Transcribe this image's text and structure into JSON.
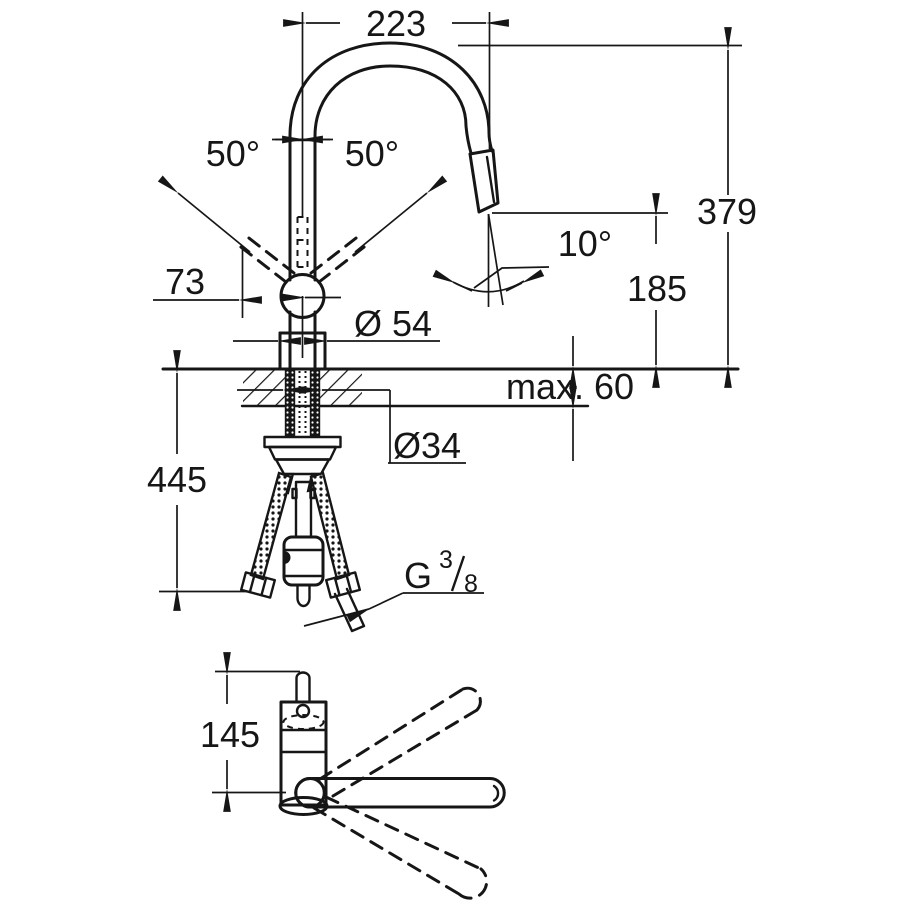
{
  "page": {
    "background": "#ffffff",
    "line_color": "#161616"
  },
  "drawing": {
    "type": "technical-dimension-drawing",
    "subject": "kitchen faucet with pull-out spray and swivel spout",
    "dimensions": {
      "spout_reach": "223",
      "handle_angle_left": "50°",
      "handle_angle_right": "50°",
      "handle_offset": "73",
      "base_diameter": "Ø 54",
      "spray_angle": "10°",
      "total_height": "379",
      "outlet_height": "185",
      "deck_thickness_max": "max. 60",
      "hole_diameter": "Ø34",
      "hose_length": "445",
      "swivel_height": "145",
      "thread": {
        "label": "G 3/8",
        "prefix": "G",
        "numerator": "3",
        "slash": "/",
        "denominator": "8"
      }
    }
  }
}
